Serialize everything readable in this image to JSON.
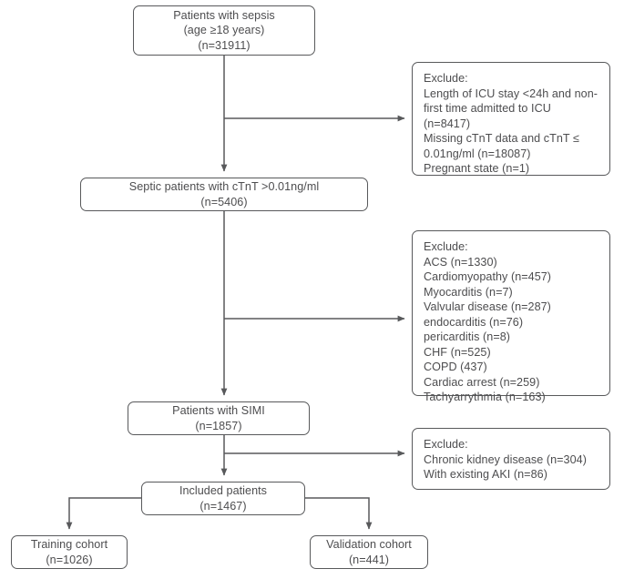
{
  "diagram": {
    "title": "Patient selection flowchart",
    "type": "flowchart",
    "stroke_color": "#58595b",
    "text_color": "#4d4d4f",
    "background_color": "#ffffff"
  },
  "nodes": {
    "sepsis": {
      "name": "patients-with-sepsis",
      "lines": [
        "Patients with sepsis",
        "(age ≥18 years)",
        "(n=31911)"
      ]
    },
    "exclude1": {
      "name": "exclude-box-1",
      "lines": [
        "Exclude:",
        "Length of ICU stay <24h and non-",
        "first time admitted to ICU",
        "(n=8417)",
        "Missing cTnT data and cTnT ≤",
        "0.01ng/ml (n=18087)",
        "Pregnant state (n=1)"
      ]
    },
    "septic_ctnt": {
      "name": "septic-patients-ctnt",
      "lines": [
        "Septic patients with cTnT >0.01ng/ml",
        "(n=5406)"
      ]
    },
    "exclude2": {
      "name": "exclude-box-2",
      "lines": [
        "Exclude:",
        "ACS (n=1330)",
        "Cardiomyopathy (n=457)",
        "Myocarditis (n=7)",
        "Valvular disease (n=287)",
        "endocarditis (n=76)",
        "pericarditis (n=8)",
        "CHF (n=525)",
        "COPD (437)",
        "Cardiac arrest (n=259)",
        "Tachyarrythmia (n=163)"
      ]
    },
    "simi": {
      "name": "patients-with-simi",
      "lines": [
        "Patients with SIMI",
        "(n=1857)"
      ]
    },
    "exclude3": {
      "name": "exclude-box-3",
      "lines": [
        "Exclude:",
        "Chronic kidney disease (n=304)",
        "With existing AKI (n=86)"
      ]
    },
    "included": {
      "name": "included-patients",
      "lines": [
        "Included patients",
        "(n=1467)"
      ]
    },
    "training": {
      "name": "training-cohort",
      "lines": [
        "Training cohort",
        "(n=1026)"
      ]
    },
    "validation": {
      "name": "validation-cohort",
      "lines": [
        "Validation cohort",
        "(n=441)"
      ]
    }
  }
}
